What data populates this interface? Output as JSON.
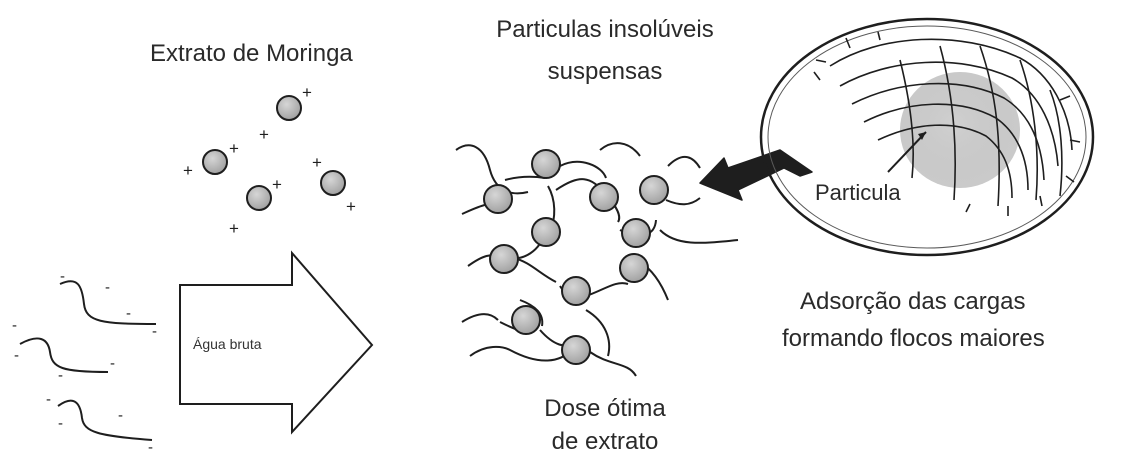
{
  "labels": {
    "extrato": "Extrato de Moringa",
    "particulas_line1": "Particulas insolúveis",
    "particulas_line2": "suspensas",
    "particula": "Particula",
    "adsorcao_line1": "Adsorção das cargas",
    "adsorcao_line2": "formando flocos maiores",
    "agua_bruta": "Água bruta",
    "dose_line1": "Dose ótima",
    "dose_line2": "de extrato"
  },
  "colors": {
    "line": "#1e1e1e",
    "circle_fill": "#b9b9b9",
    "text": "#2a2a2a"
  },
  "symbols": {
    "plus": "+",
    "minus": "-"
  }
}
